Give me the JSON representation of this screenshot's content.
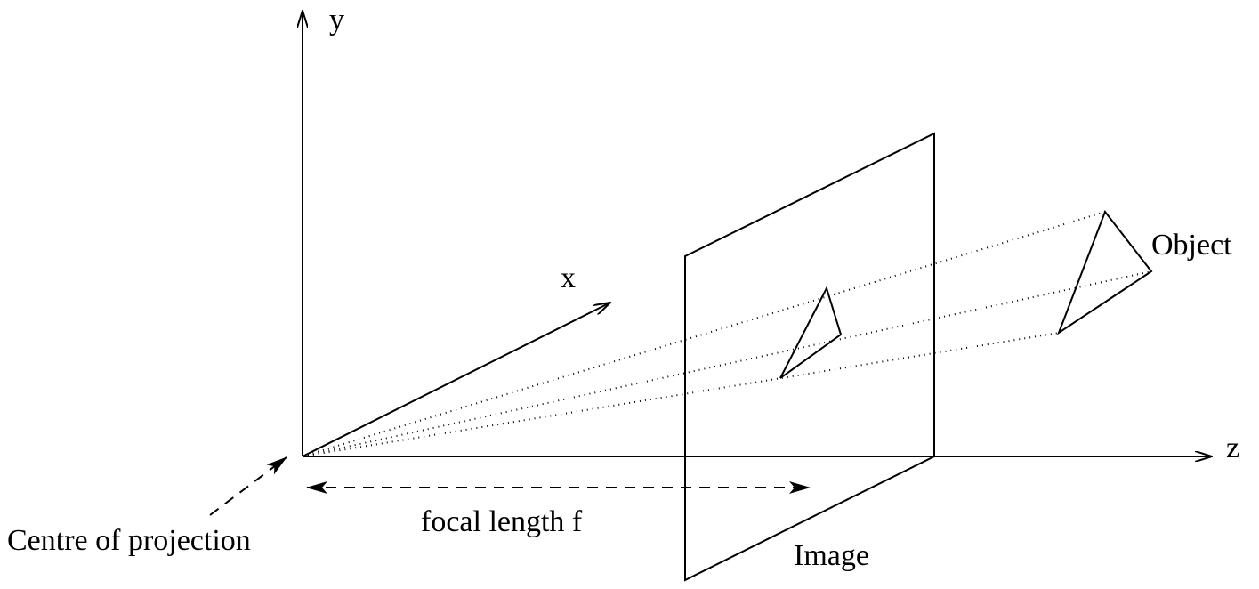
{
  "labels": {
    "y_axis": "y",
    "x_axis": "x",
    "z_axis": "z",
    "object": "Object",
    "image": "Image",
    "focal_length": "focal length f",
    "centre": "Centre of projection"
  },
  "colors": {
    "ink": "#000000",
    "background": "#ffffff"
  }
}
